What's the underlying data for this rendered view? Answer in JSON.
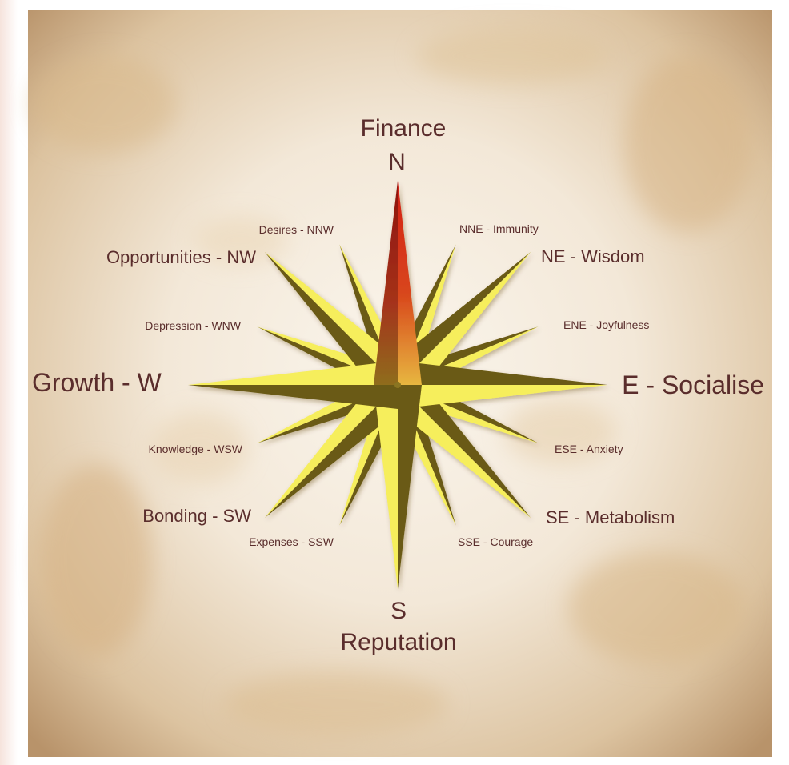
{
  "north": {
    "letter": "N",
    "name": "Finance"
  },
  "south": {
    "letter": "S",
    "name": "Reputation"
  },
  "labels": {
    "w": "Growth - W",
    "e": "E - Socialise",
    "nw": "Opportunities - NW",
    "ne": "NE - Wisdom",
    "sw": "Bonding - SW",
    "se": "SE - Metabolism",
    "nnw": "Desires - NNW",
    "nne": "NNE - Immunity",
    "wnw": "Depression - WNW",
    "ene": "ENE - Joyfulness",
    "wsw": "Knowledge - WSW",
    "ese": "ESE - Anxiety",
    "ssw": "Expenses - SSW",
    "sse": "SSE - Courage"
  },
  "colors": {
    "label_text": "#5a2d2c",
    "parchment_light": "#f7efe4",
    "parchment_dark": "#c9a97e",
    "star_light": "#f6ee5c",
    "star_dark": "#6a5a12",
    "north_point": "#d8261a"
  }
}
